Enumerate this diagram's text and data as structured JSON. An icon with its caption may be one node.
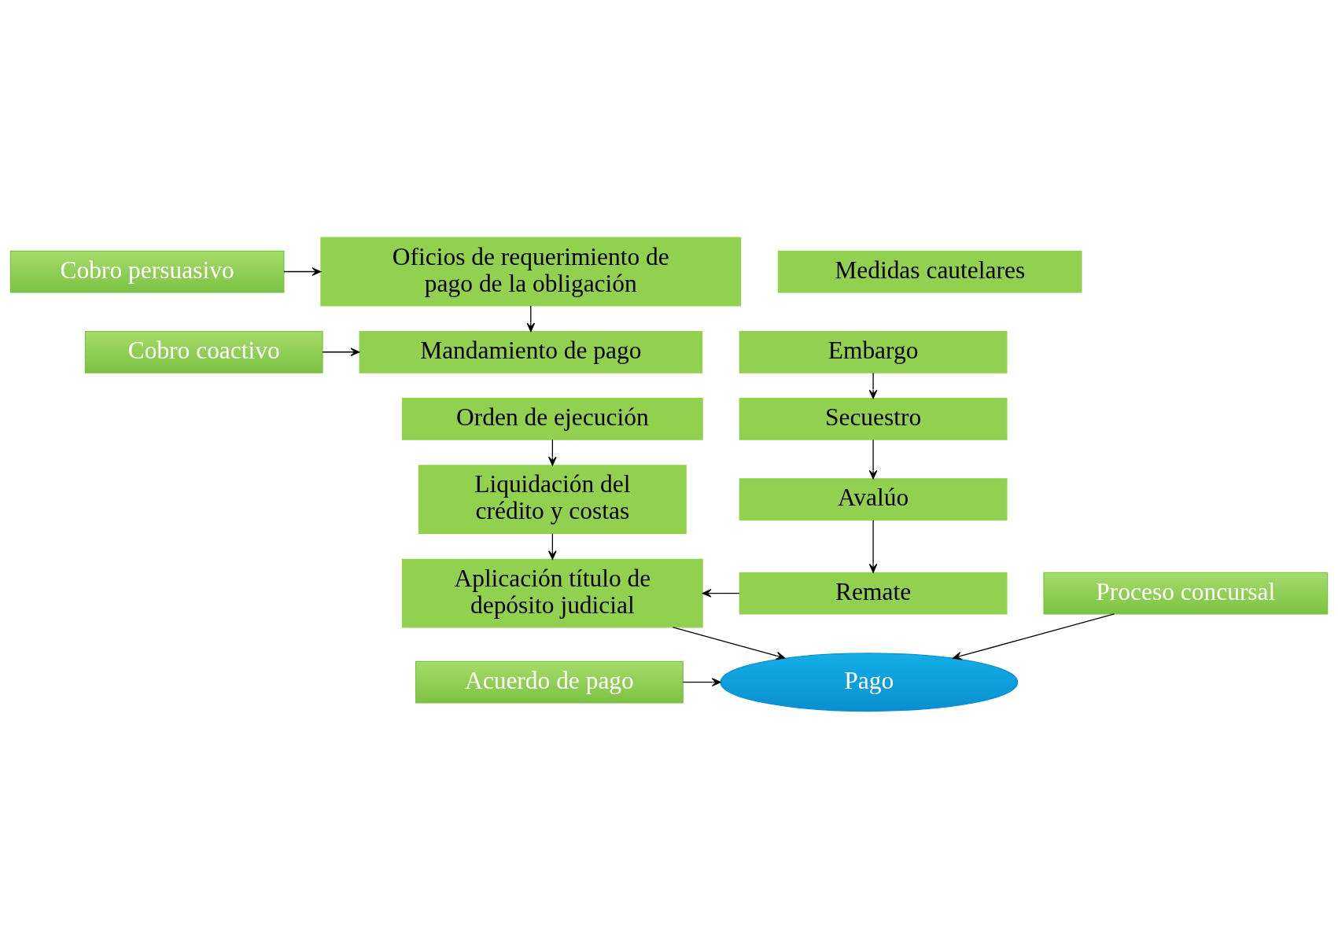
{
  "diagram": {
    "nodes": [
      {
        "text": [
          "Cobro persuasivo"
        ]
      },
      {
        "text": [
          "Oficios de requerimiento de pago de la obligación"
        ]
      },
      {
        "text": [
          "Cobro coactivo"
        ]
      },
      {
        "text": [
          "Mandamiento de pago"
        ]
      },
      {
        "text": [
          "Orden de ejecución"
        ]
      },
      {
        "text": [
          "Liquidación del crédito y costas"
        ]
      },
      {
        "text": [
          "Aplicación título de depósito judicial"
        ]
      },
      {
        "text": [
          "Medidas cautelares"
        ]
      },
      {
        "text": [
          "Embargo"
        ]
      },
      {
        "text": [
          "Secuestro"
        ]
      },
      {
        "text": [
          "Avalúo"
        ]
      },
      {
        "text": [
          "Remate"
        ]
      },
      {
        "text": [
          "Acuerdo de pago"
        ]
      },
      {
        "text": [
          "Proceso concursal"
        ]
      },
      {
        "text": [
          "Pago"
        ]
      }
    ],
    "edges": [
      {
        "from": 0,
        "to": 1,
        "arrow": "to"
      },
      {
        "from": 1,
        "to": 3,
        "arrow": "to"
      },
      {
        "from": 2,
        "to": 3,
        "arrow": "to"
      },
      {
        "from": 4,
        "to": 5,
        "arrow": "to"
      },
      {
        "from": 5,
        "to": 6,
        "arrow": "to"
      },
      {
        "from": 8,
        "to": 9,
        "arrow": "to"
      },
      {
        "from": 9,
        "to": 10,
        "arrow": "to"
      },
      {
        "from": 10,
        "to": 11,
        "arrow": "to"
      },
      {
        "from": 11,
        "to": 6,
        "arrow": "to"
      },
      {
        "from": 6,
        "to": 14,
        "arrow": "to"
      },
      {
        "from": 12,
        "to": 14,
        "arrow": "to"
      },
      {
        "from": 13,
        "to": 14,
        "arrow": "to"
      }
    ]
  }
}
